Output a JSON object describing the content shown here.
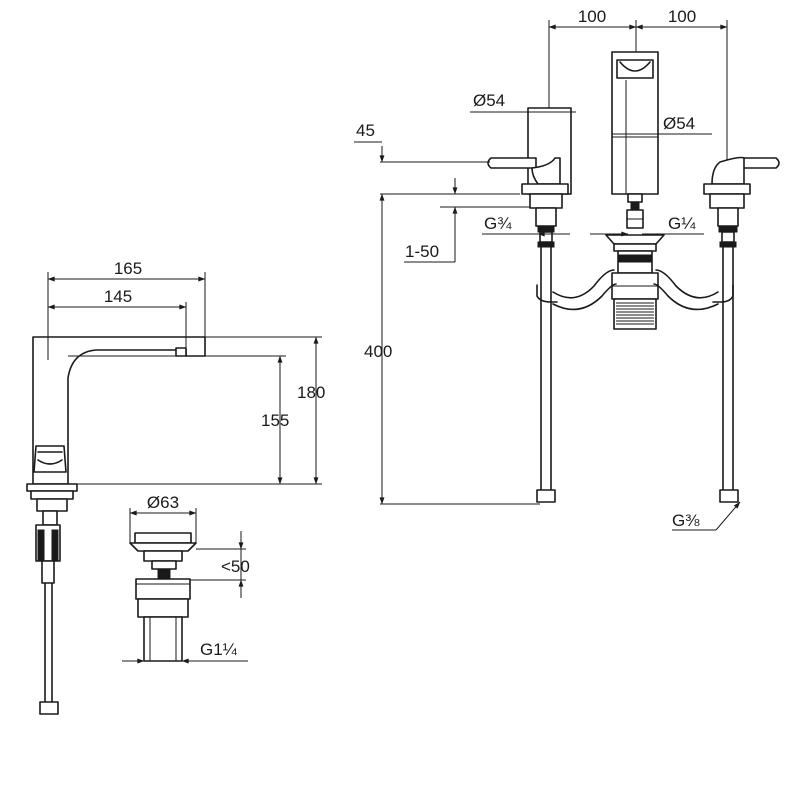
{
  "dimensions": {
    "spacing_left": "100",
    "spacing_right": "100",
    "diameter_left_handle": "Ø54",
    "diameter_spout": "Ø54",
    "offset_45": "45",
    "range_1_50": "1-50",
    "thread_g34": "G¾",
    "thread_g14": "G¼",
    "height_400": "400",
    "thread_g38": "G⅜",
    "reach_165": "165",
    "reach_145": "145",
    "height_180": "180",
    "height_155": "155",
    "diameter_waste": "Ø63",
    "height_lt50": "<50",
    "thread_g114": "G1¼"
  },
  "colors": {
    "line": "#1a1a1a",
    "background": "#ffffff"
  }
}
